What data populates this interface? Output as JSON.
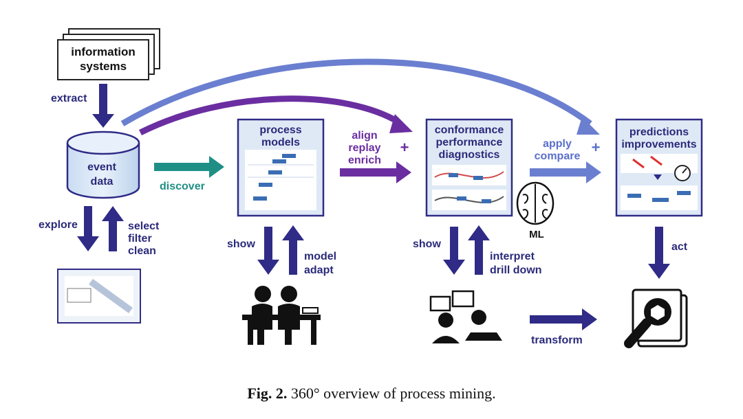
{
  "nodes": {
    "information_systems": [
      "information",
      "systems"
    ],
    "event_data": [
      "event",
      "data"
    ],
    "process_models": [
      "process",
      "models"
    ],
    "conformance": [
      "conformance",
      "performance",
      "diagnostics"
    ],
    "predictions": [
      "predictions",
      "improvements"
    ],
    "ml": "ML"
  },
  "edges": {
    "extract": "extract",
    "discover": "discover",
    "align": [
      "align",
      "replay",
      "enrich"
    ],
    "apply": [
      "apply",
      "compare"
    ],
    "explore": "explore",
    "select": [
      "select",
      "filter",
      "clean"
    ],
    "show1": "show",
    "model_adapt": [
      "model",
      "adapt"
    ],
    "show2": "show",
    "interpret": [
      "interpret",
      "drill down"
    ],
    "act": "act",
    "transform": "transform",
    "plus": "+"
  },
  "caption": {
    "label": "Fig. 2.",
    "text": "360° overview of process mining."
  },
  "colors": {
    "navy": "#2f2b86",
    "teal": "#1f8f86",
    "purple": "#6a2ea1",
    "lightblue": "#6b7fd0",
    "boxfill": "#dfe9f6"
  }
}
